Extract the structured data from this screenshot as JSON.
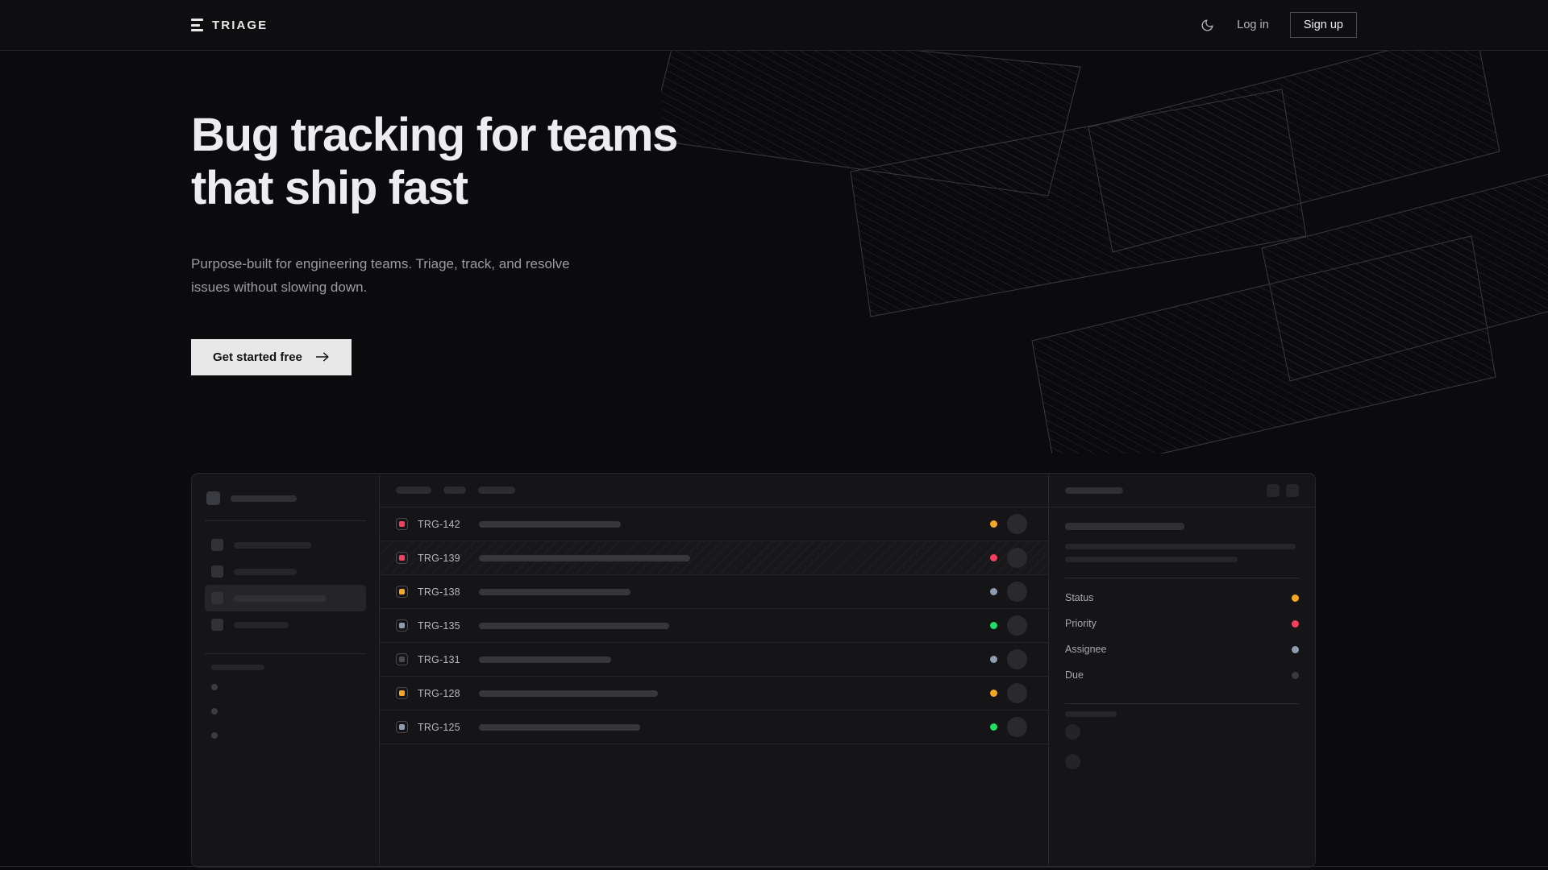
{
  "header": {
    "brand": "TRIAGE",
    "brand_icon": "stacked-bars-logo-icon",
    "theme_toggle_icon": "moon-icon",
    "login_label": "Log in",
    "signup_label": "Sign up"
  },
  "hero": {
    "headline_line1": "Bug tracking for teams",
    "headline_line2": "that ship fast",
    "subtitle": "Purpose-built for engineering teams. Triage, track, and resolve issues without slowing down.",
    "cta_label": "Get started free",
    "cta_arrow": "arrow-right-icon"
  },
  "colors": {
    "page_bg": "#0b0b0d",
    "header_bg": "#0e0e10",
    "panel_bg": "#151517",
    "border": "#272729",
    "text_primary": "#ededef",
    "text_muted": "#9b9ca0",
    "cta_bg": "#e8e8e8",
    "status_amber": "#f5a623",
    "status_rose": "#f43f5e",
    "status_slate": "#8e9cb0",
    "status_green": "#22dd66",
    "status_idle": "#3a3a3e"
  },
  "mockup": {
    "sidebar": {
      "nav_items": [
        {
          "width": 96,
          "active": false
        },
        {
          "width": 78,
          "active": false
        },
        {
          "width": 115,
          "active": true
        },
        {
          "width": 68,
          "active": false
        }
      ],
      "section_label_width": 66,
      "project_dots": 3
    },
    "list": {
      "toolbar_pills": [
        44,
        28,
        46
      ],
      "rows": [
        {
          "id": "TRG-142",
          "priority_color": "#f43f5e",
          "status_color": "#f5a623",
          "title_width": 176,
          "selected": false
        },
        {
          "id": "TRG-139",
          "priority_color": "#f43f5e",
          "status_color": "#f43f5e",
          "title_width": 262,
          "selected": true
        },
        {
          "id": "TRG-138",
          "priority_color": "#f5a623",
          "status_color": "#8e9cb0",
          "title_width": 188,
          "selected": false
        },
        {
          "id": "TRG-135",
          "priority_color": "#8e9cb0",
          "status_color": "#22dd66",
          "title_width": 236,
          "selected": false
        },
        {
          "id": "TRG-131",
          "priority_color": "#4a4a50",
          "status_color": "#8e9cb0",
          "title_width": 164,
          "selected": false
        },
        {
          "id": "TRG-128",
          "priority_color": "#f5a623",
          "status_color": "#f5a623",
          "title_width": 222,
          "selected": false
        },
        {
          "id": "TRG-125",
          "priority_color": "#8e9cb0",
          "status_color": "#22dd66",
          "title_width": 200,
          "selected": false
        }
      ]
    },
    "detail": {
      "header_buttons": 2,
      "title_skeleton_width": 148,
      "body_lines": [
        286,
        214
      ],
      "meta": [
        {
          "label": "Status",
          "color": "#f5a623"
        },
        {
          "label": "Priority",
          "color": "#f43f5e"
        },
        {
          "label": "Assignee",
          "color": "#8e9cb0"
        },
        {
          "label": "Due",
          "color": "#3a3a3e"
        }
      ],
      "comments_label_width": 64,
      "comment_avatars": 2
    }
  }
}
